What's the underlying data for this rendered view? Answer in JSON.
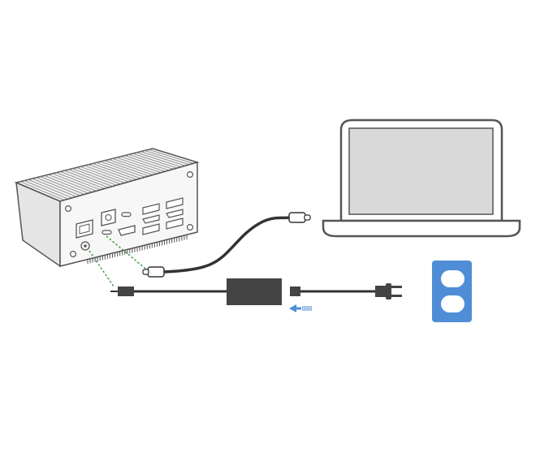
{
  "diagram": {
    "kind": "connection-illustration",
    "components": [
      "dock-station",
      "laptop",
      "usb-c-cable",
      "power-adapter",
      "wall-outlet"
    ],
    "colors": {
      "stroke": "#555555",
      "dark": "#444444",
      "screen": "#d9d9d9",
      "dock_body": "#e9e9e9",
      "outlet": "#4f8ed6",
      "arrow": "#4f8ed6",
      "guide": "#3c9a3c",
      "cable": "#333333"
    },
    "icons": [
      "laptop-icon",
      "dock-icon",
      "power-brick-icon",
      "ac-plug-icon",
      "wall-outlet-icon",
      "arrow-left-icon"
    ]
  }
}
